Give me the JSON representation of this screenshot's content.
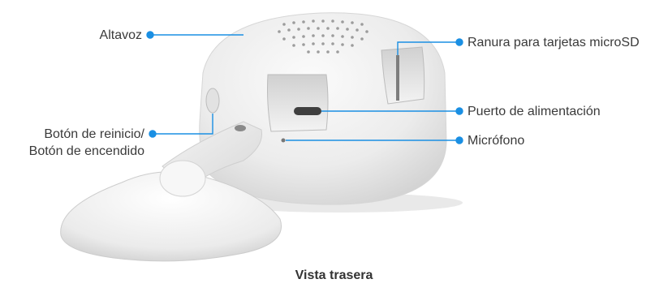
{
  "callouts": {
    "speaker": "Altavoz",
    "reset_line1": "Botón de reinicio/",
    "reset_line2": "Botón de encendido",
    "microsd": "Ranura para tarjetas microSD",
    "power_port": "Puerto de alimentación",
    "microphone": "Micrófono"
  },
  "caption": "Vista trasera",
  "colors": {
    "callout_line": "#1a8fe3",
    "device_body": "#ececec",
    "text": "#3a3a3a"
  }
}
